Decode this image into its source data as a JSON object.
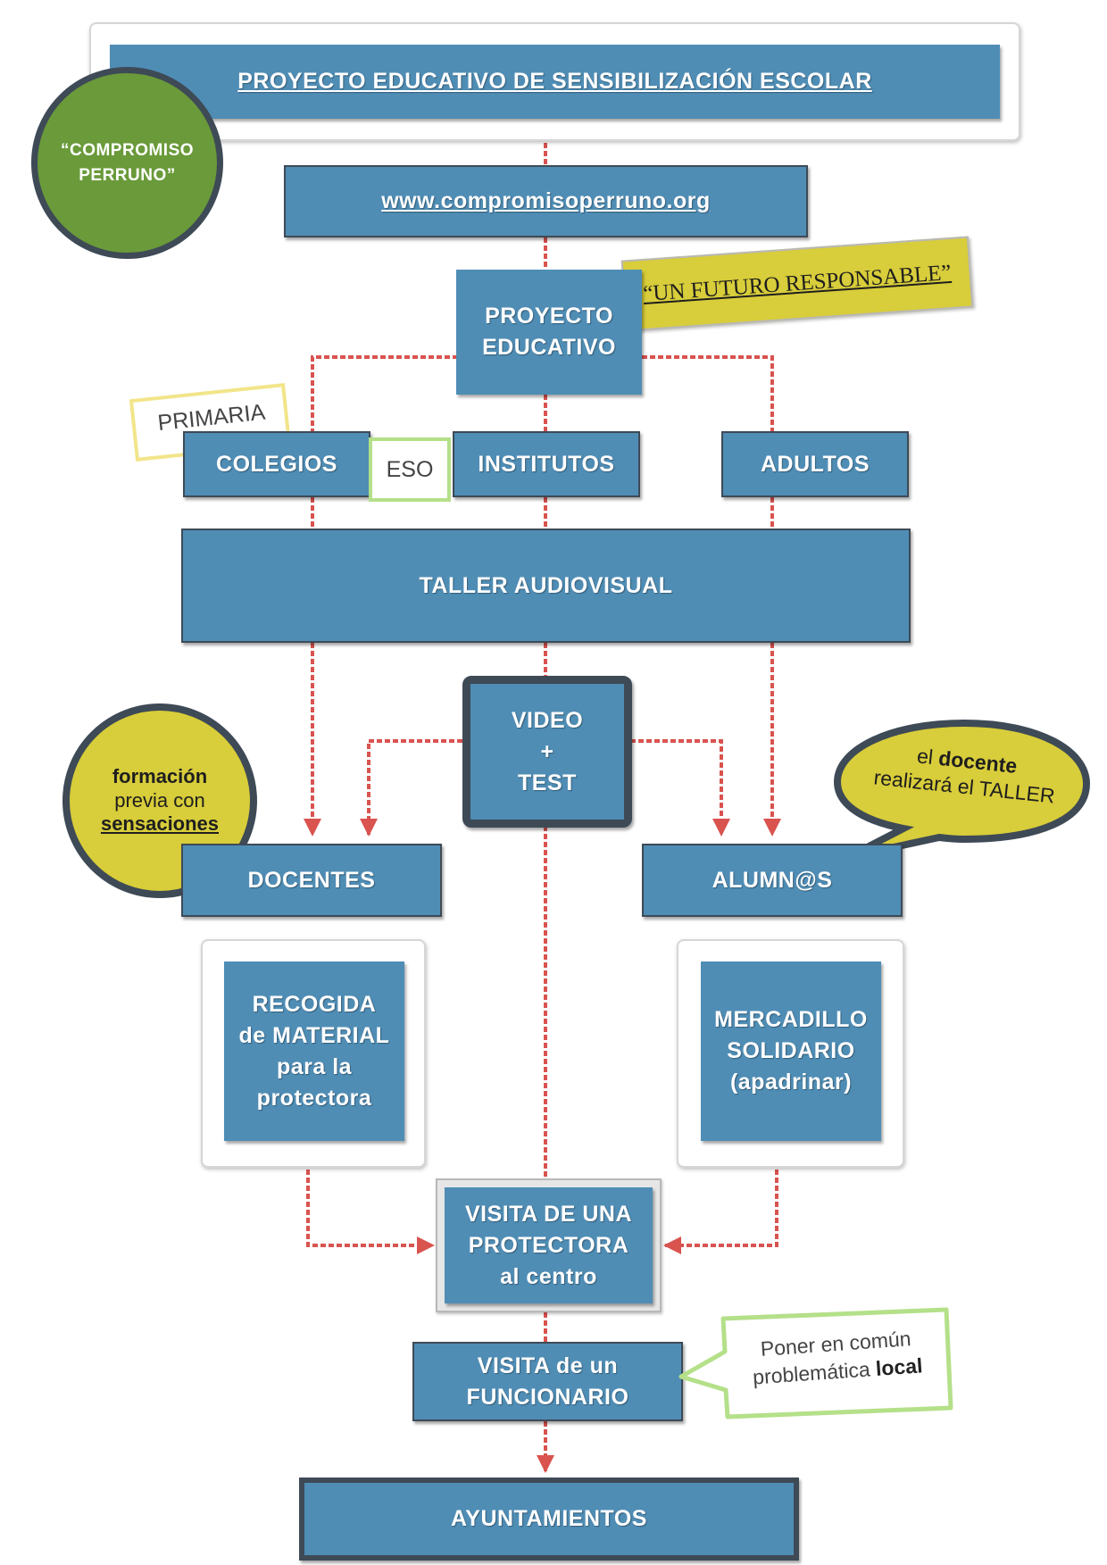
{
  "title": "PROYECTO EDUCATIVO DE SENSIBILIZACIÓN ESCOLAR",
  "badge": {
    "line1": "“COMPROMISO",
    "line2": "PERRUNO”"
  },
  "website": "www.compromisoperruno.org",
  "project": {
    "line1": "PROYECTO",
    "line2": "EDUCATIVO"
  },
  "slogan": "“UN FUTURO RESPONSABLE”",
  "tags": {
    "primaria": "PRIMARIA",
    "eso": "ESO"
  },
  "targets": {
    "colegios": "COLEGIOS",
    "institutos": "INSTITUTOS",
    "adultos": "ADULTOS"
  },
  "workshop": "TALLER AUDIOVISUAL",
  "video_test": {
    "line1": "VIDEO",
    "line2": "+",
    "line3": "TEST"
  },
  "formacion_note": {
    "line1": "formación",
    "line2": "previa con",
    "line3": "sensaciones"
  },
  "docente_note": {
    "line1_a": "el ",
    "line1_b": "docente",
    "line2": "realizará el TALLER"
  },
  "docentes": "DOCENTES",
  "alumnos": "ALUMN@S",
  "recogida": {
    "line1": "RECOGIDA",
    "line2": "de MATERIAL",
    "line3": "para la",
    "line4": "protectora"
  },
  "mercadillo": {
    "line1": "MERCADILLO",
    "line2": "SOLIDARIO",
    "line3": "(apadrinar)"
  },
  "visita_protectora": {
    "line1": "VISITA DE UNA",
    "line2": "PROTECTORA",
    "line3": "al centro"
  },
  "visita_funcionario": {
    "line1": "VISITA de un",
    "line2": "FUNCIONARIO"
  },
  "local_note": {
    "line1": "Poner en común",
    "line2_a": "problemática ",
    "line2_b": "local"
  },
  "ayuntamientos": "AYUNTAMIENTOS",
  "colors": {
    "box": "#4f8db5",
    "arrow": "#d9534f",
    "green": "#6a9a3a",
    "yellow": "#d8cd3a"
  }
}
